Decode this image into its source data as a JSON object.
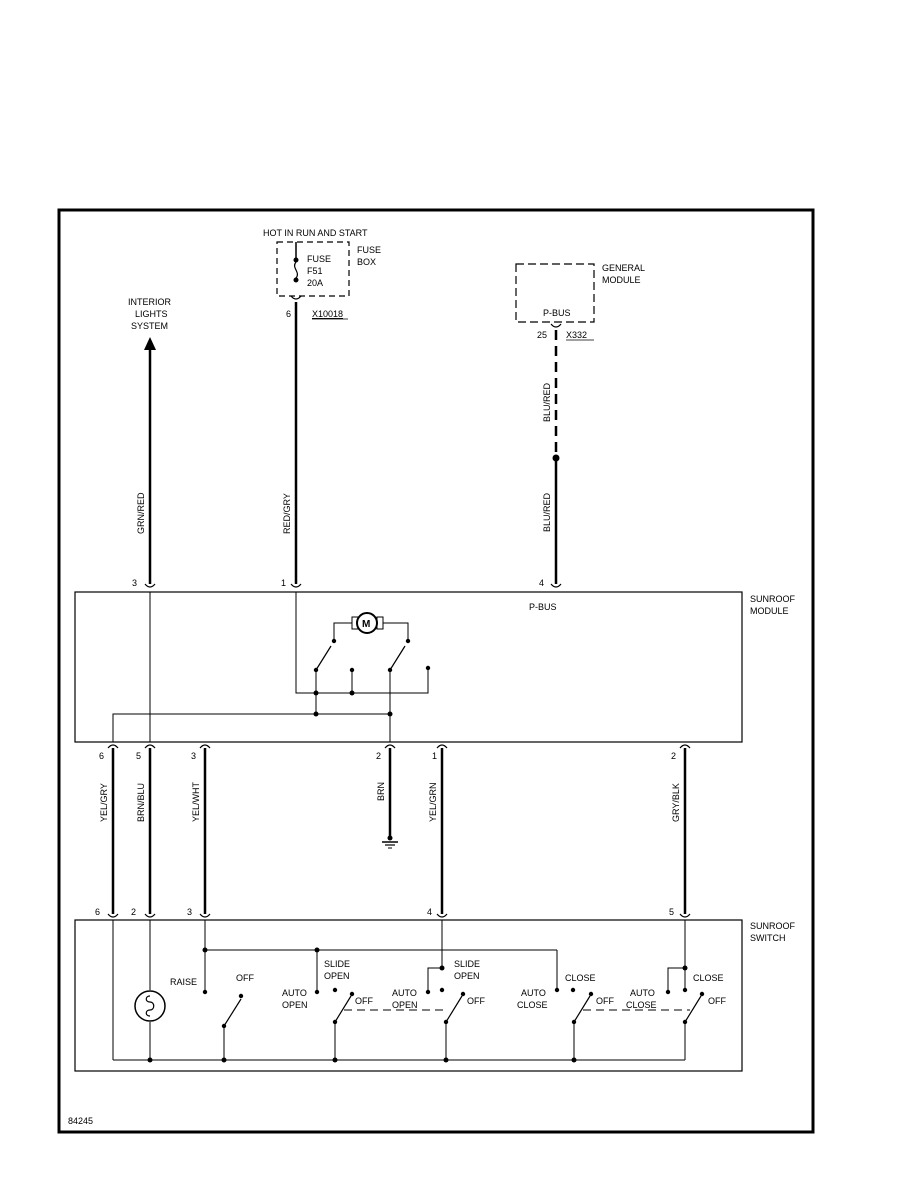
{
  "fuse": {
    "title": "HOT IN RUN AND START",
    "label": "FUSE",
    "id": "F51",
    "rating": "20A",
    "box_line1": "FUSE",
    "box_line2": "BOX",
    "pin": "6",
    "connector": "X10018"
  },
  "general_module": {
    "line1": "GENERAL",
    "line2": "MODULE",
    "bus_label": "P-BUS",
    "pin": "25",
    "connector": "X332"
  },
  "interior_lights": {
    "line1": "INTERIOR",
    "line2": "LIGHTS",
    "line3": "SYSTEM"
  },
  "sunroof_module": {
    "line1": "SUNROOF",
    "line2": "MODULE",
    "bus_label": "P-BUS",
    "motor_symbol": "M",
    "top_pins": [
      "3",
      "1",
      "4"
    ],
    "bottom_pins": [
      "6",
      "5",
      "3",
      "2",
      "1",
      "2"
    ]
  },
  "sunroof_switch": {
    "line1": "SUNROOF",
    "line2": "SWITCH",
    "pins": [
      "6",
      "2",
      "3",
      "4",
      "5"
    ],
    "labels": {
      "raise": "RAISE",
      "off1": "OFF",
      "slide1": "SLIDE",
      "open1": "OPEN",
      "auto1": "AUTO",
      "open_auto1": "OPEN",
      "off2": "OFF",
      "slide2": "SLIDE",
      "open2": "OPEN",
      "auto2": "AUTO",
      "open_auto2": "OPEN",
      "off3": "OFF",
      "auto3": "AUTO",
      "close_auto3": "CLOSE",
      "close3": "CLOSE",
      "off4": "OFF",
      "auto4": "AUTO",
      "close_auto4": "CLOSE",
      "close4": "CLOSE",
      "off5": "OFF"
    }
  },
  "wires": {
    "grn_red": "GRN/RED",
    "red_gry": "RED/GRY",
    "blu_red_top": "BLU/RED",
    "blu_red_bottom": "BLU/RED",
    "yel_gry": "YEL/GRY",
    "brn_blu": "BRN/BLU",
    "yel_wht": "YEL/WHT",
    "brn": "BRN",
    "yel_grn": "YEL/GRN",
    "gry_blk": "GRY/BLK"
  },
  "figure_number": "84245"
}
